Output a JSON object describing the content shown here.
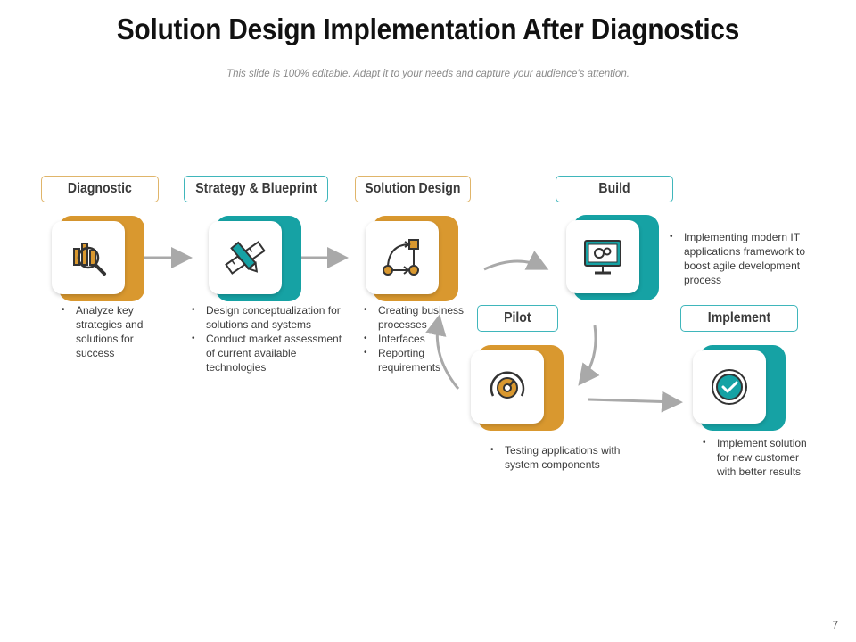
{
  "title": "Solution Design Implementation After Diagnostics",
  "subtitle": "This slide is 100% editable. Adapt it to your needs and capture your audience's attention.",
  "page_number": "7",
  "colors": {
    "orange": "#d9982f",
    "teal": "#16a2a4",
    "arrow": "#a9a9a9"
  },
  "steps": {
    "diagnostic": {
      "label": "Diagnostic",
      "icon": "magnifier-chart-icon",
      "bullets": [
        "Analyze key strategies and solutions for success"
      ]
    },
    "strategy": {
      "label": "Strategy & Blueprint",
      "icon": "pencil-ruler-icon",
      "bullets": [
        "Design conceptualization for solutions and systems",
        "Conduct market assessment of current available technologies"
      ]
    },
    "solution_design": {
      "label": "Solution Design",
      "icon": "workflow-diagram-icon",
      "bullets": [
        "Creating business processes",
        "Interfaces",
        "Reporting requirements"
      ]
    },
    "build": {
      "label": "Build",
      "icon": "monitor-gears-icon",
      "bullets": [
        "Implementing modern IT applications framework to boost agile development process"
      ]
    },
    "pilot": {
      "label": "Pilot",
      "icon": "speedometer-icon",
      "bullets": [
        "Testing applications with system components"
      ]
    },
    "implement": {
      "label": "Implement",
      "icon": "check-badge-icon",
      "bullets": [
        "Implement solution for new customer with better results"
      ]
    }
  }
}
